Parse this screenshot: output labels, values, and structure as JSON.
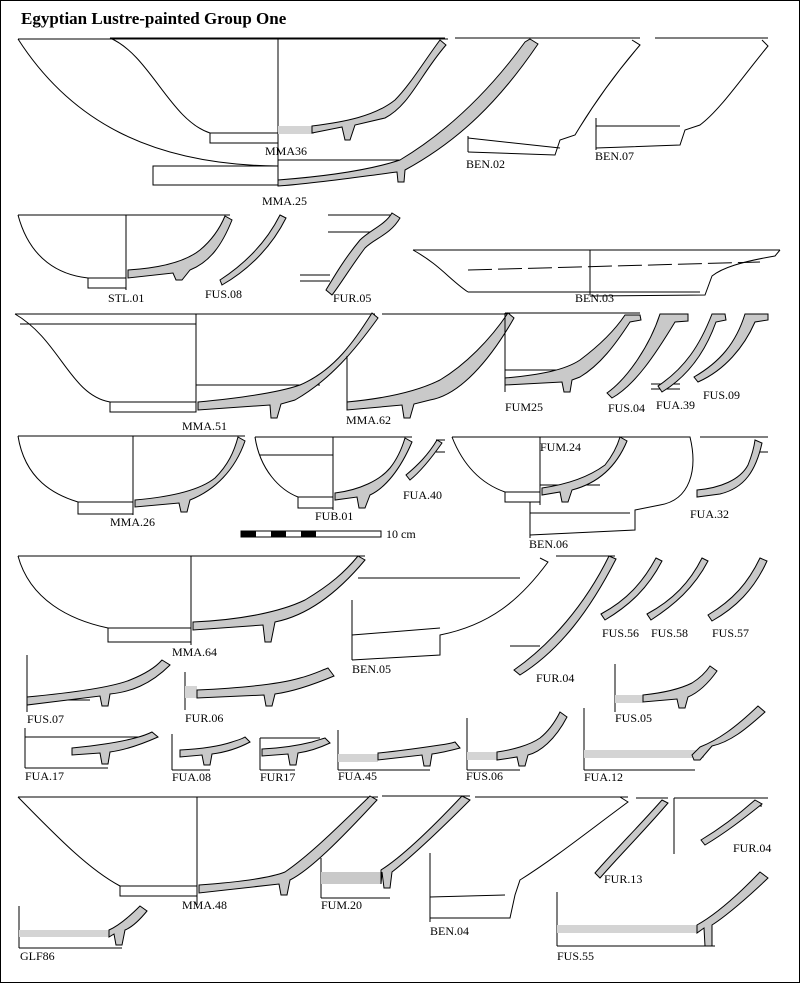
{
  "title": "Egyptian Lustre-painted Group One",
  "scale_label": "10 cm",
  "labels": {
    "mma36": "MMA36",
    "mma25": "MMA.25",
    "ben02": "BEN.02",
    "ben07": "BEN.07",
    "stl01": "STL.01",
    "fus08": "FUS.08",
    "fur05": "FUR.05",
    "ben03": "BEN.03",
    "mma51": "MMA.51",
    "mma62": "MMA.62",
    "fum25": "FUM25",
    "fus04": "FUS.04",
    "fua39": "FUA.39",
    "fus09": "FUS.09",
    "mma26": "MMA.26",
    "fub01": "FUB.01",
    "fua40": "FUA.40",
    "fum24": "FUM.24",
    "ben06": "BEN.06",
    "fua32": "FUA.32",
    "mma64": "MMA.64",
    "ben05": "BEN.05",
    "fur04a": "FUR.04",
    "fus56": "FUS.56",
    "fus58": "FUS.58",
    "fus57": "FUS.57",
    "fus07": "FUS.07",
    "fur06": "FUR.06",
    "fus05": "FUS.05",
    "fua17": "FUA.17",
    "fua08": "FUA.08",
    "fur17": "FUR17",
    "fua45": "FUA.45",
    "fus06": "FUS.06",
    "fua12": "FUA.12",
    "mma48": "MMA.48",
    "fum20": "FUM.20",
    "ben04": "BEN.04",
    "fur13": "FUR.13",
    "fur04b": "FUR.04",
    "glf86": "GLF86",
    "fus55": "FUS.55"
  }
}
